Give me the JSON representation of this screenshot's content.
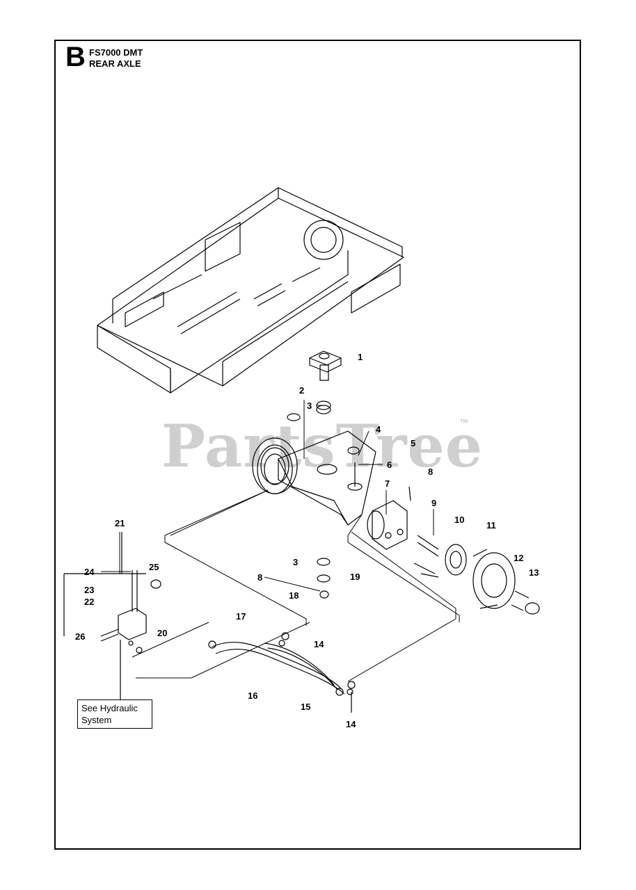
{
  "header": {
    "section_letter": "B",
    "model": "FS7000 DMT",
    "diagram_title": "REAR AXLE"
  },
  "watermark": {
    "text": "PartsTree",
    "trademark": "™"
  },
  "note": {
    "text": "See Hydraulic System"
  },
  "callouts": [
    {
      "id": "c1",
      "label": "1"
    },
    {
      "id": "c2",
      "label": "2"
    },
    {
      "id": "c3a",
      "label": "3"
    },
    {
      "id": "c4",
      "label": "4"
    },
    {
      "id": "c5",
      "label": "5"
    },
    {
      "id": "c6",
      "label": "6"
    },
    {
      "id": "c7",
      "label": "7"
    },
    {
      "id": "c8a",
      "label": "8"
    },
    {
      "id": "c9",
      "label": "9"
    },
    {
      "id": "c10",
      "label": "10"
    },
    {
      "id": "c11",
      "label": "11"
    },
    {
      "id": "c12",
      "label": "12"
    },
    {
      "id": "c13",
      "label": "13"
    },
    {
      "id": "c3b",
      "label": "3"
    },
    {
      "id": "c8b",
      "label": "8"
    },
    {
      "id": "c18",
      "label": "18"
    },
    {
      "id": "c19",
      "label": "19"
    },
    {
      "id": "c21",
      "label": "21"
    },
    {
      "id": "c24",
      "label": "24"
    },
    {
      "id": "c25",
      "label": "25"
    },
    {
      "id": "c23",
      "label": "23"
    },
    {
      "id": "c22",
      "label": "22"
    },
    {
      "id": "c26",
      "label": "26"
    },
    {
      "id": "c20",
      "label": "20"
    },
    {
      "id": "c17",
      "label": "17"
    },
    {
      "id": "c14a",
      "label": "14"
    },
    {
      "id": "c16",
      "label": "16"
    },
    {
      "id": "c15",
      "label": "15"
    },
    {
      "id": "c14b",
      "label": "14"
    }
  ]
}
